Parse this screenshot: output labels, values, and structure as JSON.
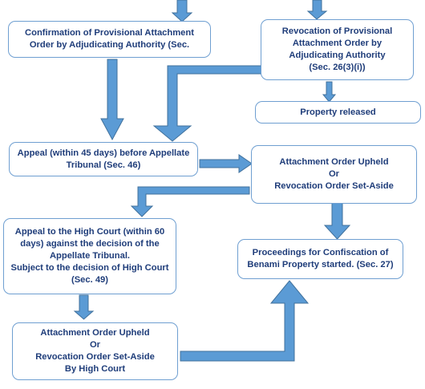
{
  "colors": {
    "arrow_fill": "#5b9bd5",
    "arrow_stroke": "#41719c",
    "box_border": "#6f9fd1",
    "text": "#1f3d7a"
  },
  "boxes": {
    "confirmation": {
      "lines": [
        "Confirmation of Provisional Attachment",
        "Order by Adjudicating Authority (Sec."
      ]
    },
    "revocation": {
      "lines": [
        "Revocation of Provisional",
        "Attachment Order by",
        "Adjudicating Authority",
        "(Sec. 26(3)(i))"
      ]
    },
    "property_released": {
      "lines": [
        "Property released"
      ]
    },
    "appeal_tribunal": {
      "lines": [
        "Appeal (within 45 days) before Appellate",
        "Tribunal (Sec. 46)"
      ]
    },
    "upheld_tribunal": {
      "lines": [
        "Attachment Order Upheld",
        "Or",
        "Revocation Order Set-Aside"
      ]
    },
    "appeal_high_court": {
      "lines": [
        "Appeal to the High Court (within 60",
        "days)  against the decision of the",
        "Appellate Tribunal.",
        "Subject to the decision of High Court",
        "(Sec. 49)"
      ]
    },
    "confiscation": {
      "lines": [
        "Proceedings for Confiscation of",
        "Benami Property started. (Sec. 27)"
      ]
    },
    "upheld_high_court": {
      "lines": [
        "Attachment Order Upheld",
        "Or",
        "Revocation Order Set-Aside",
        "By High Court"
      ]
    }
  }
}
